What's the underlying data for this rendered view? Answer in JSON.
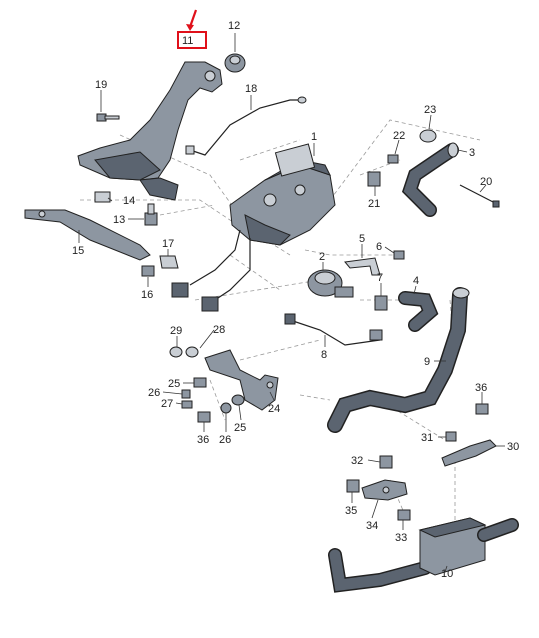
{
  "diagram": {
    "highlight_color": "#e0101a",
    "highlighted_label": "11",
    "labels": {
      "l11": "11",
      "l12": "12",
      "l19": "19",
      "l18": "18",
      "l1": "1",
      "l23": "23",
      "l22": "22",
      "l3": "3",
      "l20": "20",
      "l21": "21",
      "l14": "14",
      "l13": "13",
      "l15": "15",
      "l17": "17",
      "l16": "16",
      "l2": "2",
      "l5": "5",
      "l6": "6",
      "l7": "7",
      "l4": "4",
      "l8": "8",
      "l9": "9",
      "l29": "29",
      "l28": "28",
      "l25a": "25",
      "l26a": "26",
      "l27": "27",
      "l24": "24",
      "l25b": "25",
      "l36a": "36",
      "l26b": "26",
      "l36b": "36",
      "l31": "31",
      "l30": "30",
      "l32": "32",
      "l35": "35",
      "l34": "34",
      "l33": "33",
      "l10": "10"
    }
  }
}
